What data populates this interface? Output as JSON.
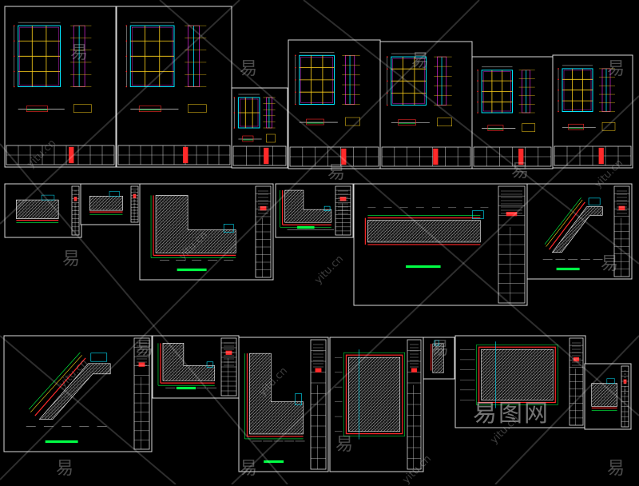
{
  "canvas": {
    "background": "#000000"
  },
  "colors": {
    "frame": "#d8d8d8",
    "red": "#ff2a2a",
    "yellow": "#ffd21a",
    "cyan": "#00e5ff",
    "magenta": "#ff2aff",
    "green": "#00ff44",
    "white": "#ffffff",
    "hatch": "#cfcfcf"
  },
  "sheets": [
    {
      "id": "elev-1",
      "kind": "elevation"
    },
    {
      "id": "elev-2",
      "kind": "elevation"
    },
    {
      "id": "elev-3",
      "kind": "elevation-small"
    },
    {
      "id": "elev-4",
      "kind": "elevation"
    },
    {
      "id": "elev-5",
      "kind": "elevation"
    },
    {
      "id": "elev-6",
      "kind": "elevation"
    },
    {
      "id": "elev-7",
      "kind": "elevation"
    },
    {
      "id": "det-1",
      "kind": "section"
    },
    {
      "id": "det-2",
      "kind": "section"
    },
    {
      "id": "det-3",
      "kind": "L-section"
    },
    {
      "id": "det-4",
      "kind": "L-section"
    },
    {
      "id": "det-5",
      "kind": "long-section"
    },
    {
      "id": "det-6",
      "kind": "diagonal-section"
    },
    {
      "id": "det-7",
      "kind": "diagonal-section"
    },
    {
      "id": "det-8",
      "kind": "L-section"
    },
    {
      "id": "det-9",
      "kind": "L-section"
    },
    {
      "id": "det-10",
      "kind": "square-section"
    },
    {
      "id": "det-11",
      "kind": "strip"
    },
    {
      "id": "det-12",
      "kind": "square-section"
    },
    {
      "id": "det-13",
      "kind": "small-section"
    }
  ],
  "watermark": {
    "glyph": "易",
    "url": "yitu.cn",
    "logo_text": "易图网"
  }
}
